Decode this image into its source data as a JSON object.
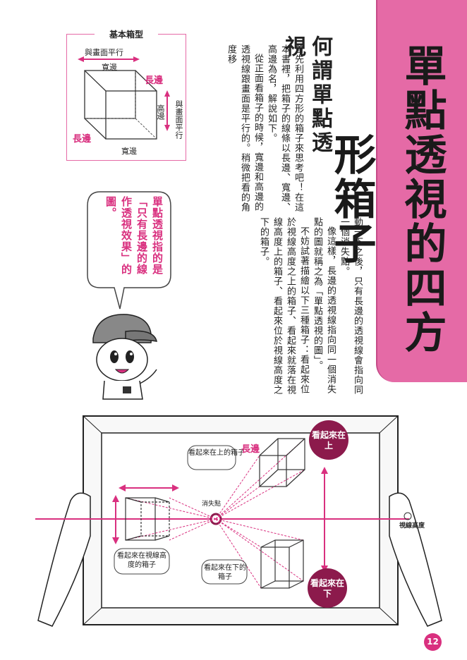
{
  "title": "單點透視的四方形箱子",
  "heading": "何謂單點透視",
  "intro_paragraphs": [
    "首先利用四方形的箱子來思考吧！在這本書裡，把箱子的線條以長邊、寬邊、高邊為名，解說如下。",
    "從正面看箱子的時候，寬邊和高邊的透視線跟畫面是平行的。稍微把看的角度移"
  ],
  "main_paragraphs": [
    "動一下之後，只有長邊的透視線會指向同一個消失點。",
    "像這樣，長邊的透視線指向同一個消失點的圖就稱之為「單點透視的圖」。",
    "不妨試著描繪以下三種箱子：看起來位於視線高度之上的箱子、看起來就落在視線高度上的箱子、看起來位於視線高度之下的箱子。"
  ],
  "basic_box": {
    "title": "基本箱型",
    "parallel_top": "與畫面平行",
    "width_top": "寬邊",
    "long_right": "長邊",
    "height": "高邊",
    "parallel_side": "與畫面平行",
    "long_left": "長邊",
    "width_bottom": "寬邊"
  },
  "bubble_text": "單點透視指的是「只有長邊的線作透視效果」的圖。",
  "illustration": {
    "above_box": "看起來在上的箱子",
    "long_edge": "長邊",
    "vanishing_point": "消失點",
    "on_eye_box": "看起來在視線高度的箱子",
    "below_box": "看起來在下的箱子",
    "circle_above": "看起來在上",
    "circle_below": "看起來在下",
    "eye_level": "視線高度"
  },
  "page_number": "12",
  "colors": {
    "accent": "#e56aa6",
    "magenta": "#d9307f",
    "dark_circle": "#8c1a4c"
  }
}
